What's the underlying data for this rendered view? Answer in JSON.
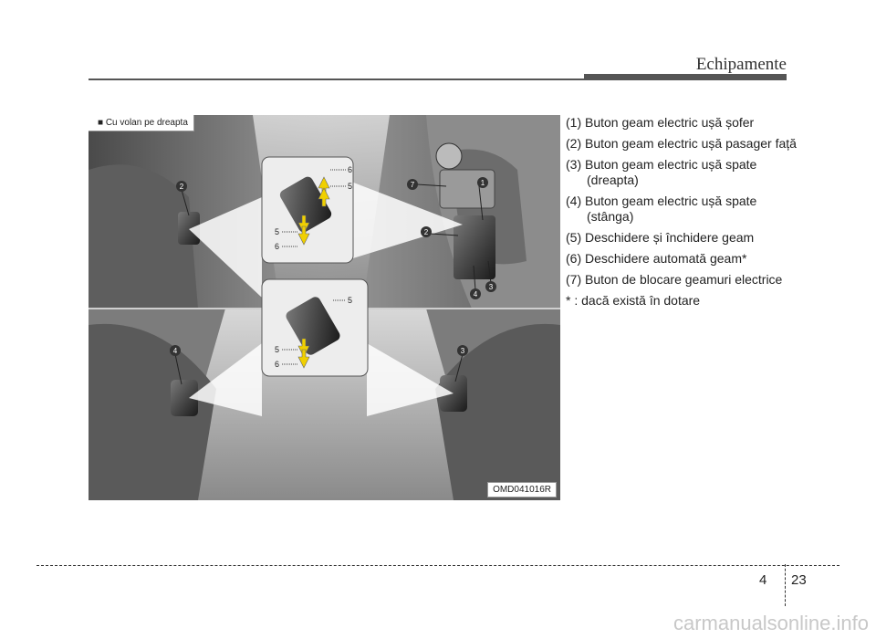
{
  "header": {
    "title": "Echipamente"
  },
  "figure": {
    "label": "■ Cu volan pe dreapta",
    "code": "OMD041016R",
    "callouts": {
      "c1": "1",
      "c2a": "2",
      "c2b": "2",
      "c3a": "3",
      "c3b": "3",
      "c4a": "4",
      "c4b": "4",
      "c7": "7"
    },
    "arrow_labels": {
      "top_6a": "6",
      "top_5a": "5",
      "top_5b": "5",
      "top_6b": "6",
      "bot_5a": "5",
      "bot_5b": "5",
      "bot_6": "6"
    }
  },
  "items": [
    "(1) Buton geam electric ușă șofer",
    "(2) Buton geam electric ușă pasager față",
    "(3) Buton geam electric ușă spate (dreapta)",
    "(4) Buton geam electric ușă spate (stânga)",
    "(5) Deschidere și închidere geam",
    "(6) Deschidere automată geam*",
    "(7) Buton de blocare geamuri electrice",
    "* : dacă există în dotare"
  ],
  "footer": {
    "chapter": "4",
    "page": "23"
  },
  "watermark": "carmanualsonline.info"
}
